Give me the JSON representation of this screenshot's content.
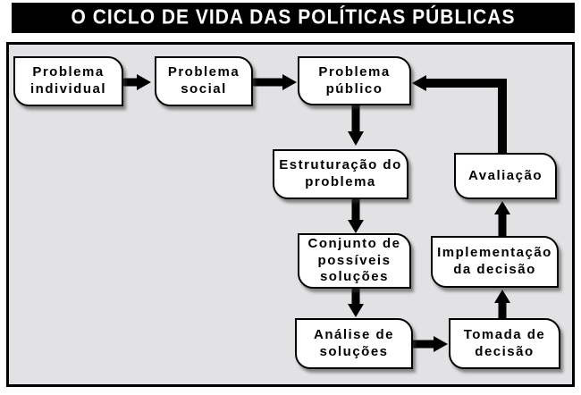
{
  "title": "O CICLO DE VIDA DAS POLÍTICAS PÚBLICAS",
  "colors": {
    "title_bg": "#000000",
    "title_text": "#ffffff",
    "canvas_bg": "#e2e2e4",
    "box_bg": "#ffffff",
    "line": "#000000"
  },
  "diagram": {
    "nodes": [
      {
        "id": "problema-individual",
        "label": "Problema\nindividual"
      },
      {
        "id": "problema-social",
        "label": "Problema\nsocial"
      },
      {
        "id": "problema-publico",
        "label": "Problema\npúblico"
      },
      {
        "id": "estruturacao-do-problema",
        "label": "Estruturação do\nproblema"
      },
      {
        "id": "conjunto-de-possiveis-solucoes",
        "label": "Conjunto de\npossíveis\nsoluções"
      },
      {
        "id": "analise-de-solucoes",
        "label": "Análise de\nsoluções"
      },
      {
        "id": "tomada-de-decisao",
        "label": "Tomada de\ndecisão"
      },
      {
        "id": "implementacao-da-decisao",
        "label": "Implementação\nda decisão"
      },
      {
        "id": "avaliacao",
        "label": "Avaliação"
      }
    ],
    "edges": [
      "problema-individual -> problema-social",
      "problema-social -> problema-publico",
      "problema-publico -> estruturacao-do-problema",
      "estruturacao-do-problema -> conjunto-de-possiveis-solucoes",
      "conjunto-de-possiveis-solucoes -> analise-de-solucoes",
      "analise-de-solucoes -> tomada-de-decisao",
      "tomada-de-decisao -> implementacao-da-decisao",
      "implementacao-da-decisao -> avaliacao",
      "avaliacao -> problema-publico"
    ]
  }
}
